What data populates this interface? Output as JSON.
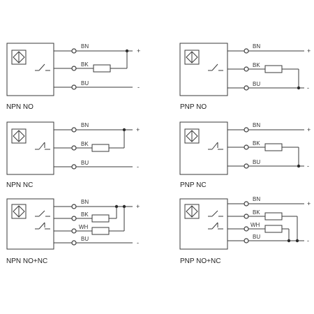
{
  "diagrams": [
    {
      "id": "npn-no",
      "caption": "NPN   NO",
      "wires": {
        "bn": "BN",
        "bk": "BK",
        "bu": "BU"
      },
      "plus": "+",
      "minus": "-"
    },
    {
      "id": "pnp-no",
      "caption": "PNP   NO",
      "wires": {
        "bn": "BN",
        "bk": "BK",
        "bu": "BU"
      },
      "plus": "+",
      "minus": "-"
    },
    {
      "id": "npn-nc",
      "caption": "NPN   NC",
      "wires": {
        "bn": "BN",
        "bk": "BK",
        "bu": "BU"
      },
      "plus": "+",
      "minus": "-"
    },
    {
      "id": "pnp-nc",
      "caption": "PNP   NC",
      "wires": {
        "bn": "BN",
        "bk": "BK",
        "bu": "BU"
      },
      "plus": "+",
      "minus": "-"
    },
    {
      "id": "npn-no-nc",
      "caption": "NPN   NO+NC",
      "wires": {
        "bn": "BN",
        "bk": "BK",
        "wh": "WH",
        "bu": "BU"
      },
      "plus": "+",
      "minus": "-"
    },
    {
      "id": "pnp-no-nc",
      "caption": "PNP   NO+NC",
      "wires": {
        "bn": "BN",
        "bk": "BK",
        "wh": "WH",
        "bu": "BU"
      },
      "plus": "+",
      "minus": "-"
    }
  ]
}
